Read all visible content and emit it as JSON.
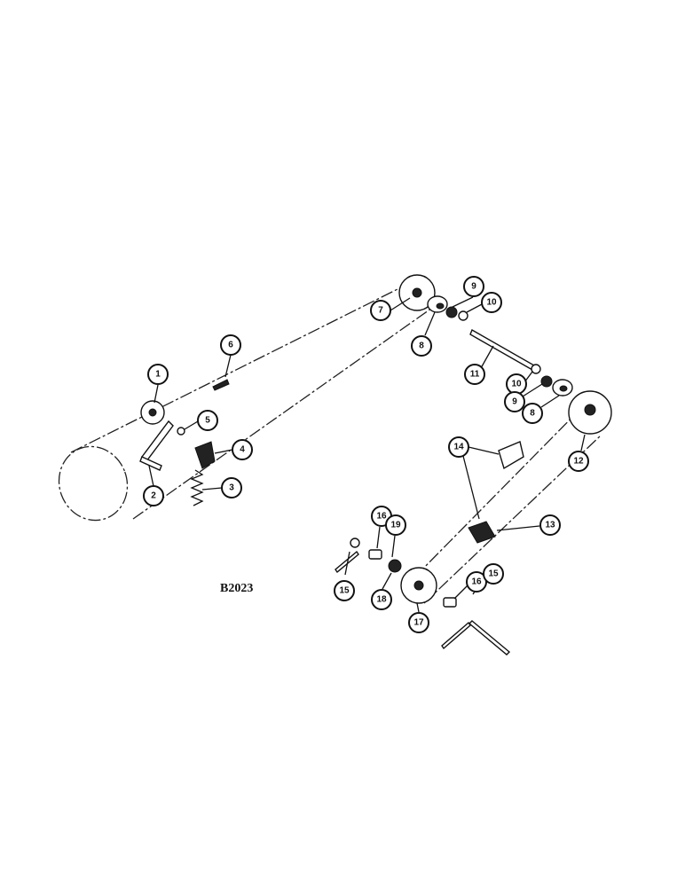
{
  "figure_code": "B2023",
  "callouts": [
    {
      "num": "1"
    },
    {
      "num": "2"
    },
    {
      "num": "3"
    },
    {
      "num": "4"
    },
    {
      "num": "5"
    },
    {
      "num": "6"
    },
    {
      "num": "7"
    },
    {
      "num": "8"
    },
    {
      "num": "9"
    },
    {
      "num": "10"
    },
    {
      "num": "11"
    },
    {
      "num": "10"
    },
    {
      "num": "9"
    },
    {
      "num": "8"
    },
    {
      "num": "12"
    },
    {
      "num": "14"
    },
    {
      "num": "13"
    },
    {
      "num": "16"
    },
    {
      "num": "19"
    },
    {
      "num": "15"
    },
    {
      "num": "18"
    },
    {
      "num": "17"
    },
    {
      "num": "16"
    },
    {
      "num": "15"
    }
  ],
  "colors": {
    "line": "#111111",
    "background": "#ffffff"
  }
}
